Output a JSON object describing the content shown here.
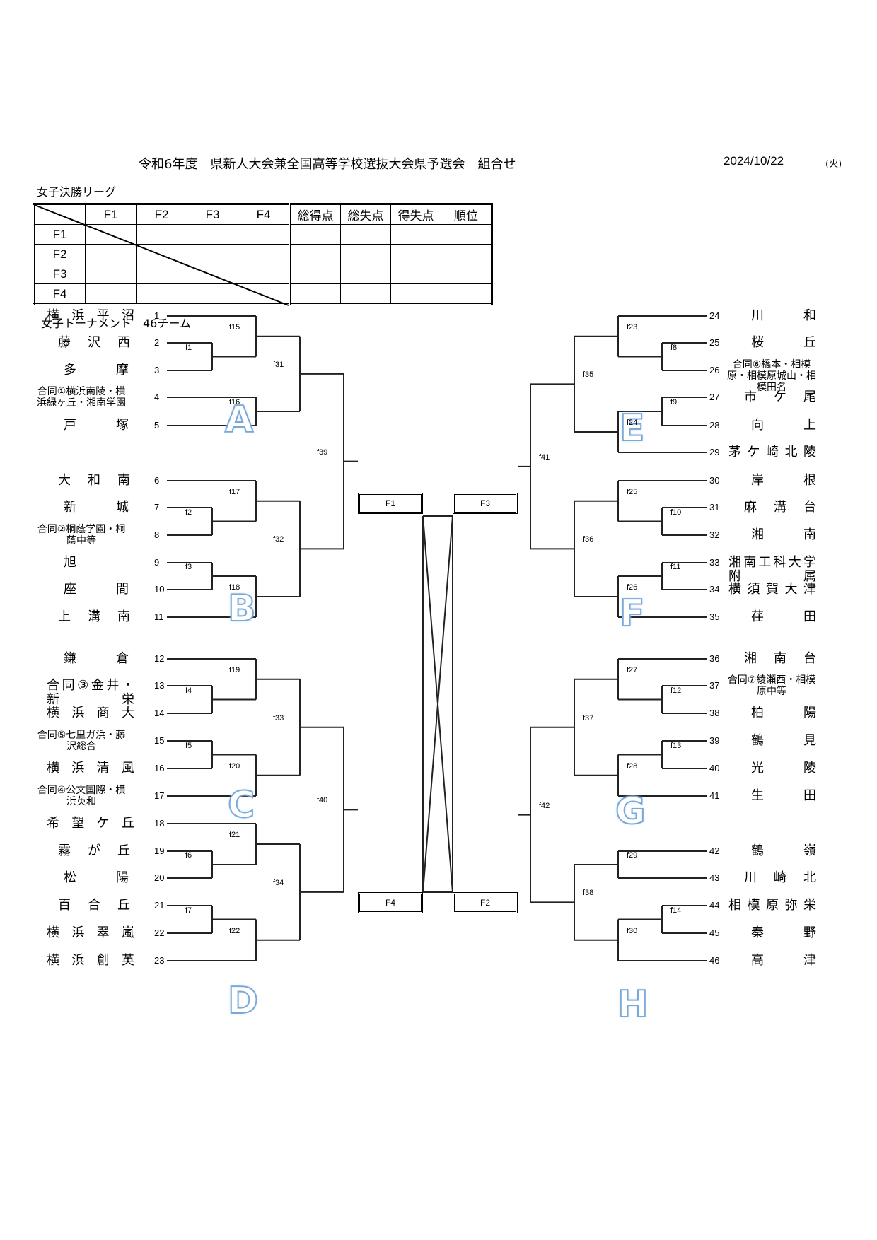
{
  "header": {
    "title": "令和6年度　県新人大会兼全国高等学校選抜大会県予選会　組合せ",
    "date": "2024/10/22",
    "weekday": "(火)"
  },
  "league": {
    "title": "女子決勝リーグ",
    "columns": [
      "F1",
      "F2",
      "F3",
      "F4"
    ],
    "stat_columns": [
      "総得点",
      "総失点",
      "得失点",
      "順位"
    ],
    "rows": [
      "F1",
      "F2",
      "F3",
      "F4"
    ]
  },
  "tournament": {
    "title": "女子トーナメント　46チーム",
    "blocks": [
      "A",
      "B",
      "C",
      "D",
      "E",
      "F",
      "G",
      "H"
    ],
    "teams": [
      {
        "seed": "1",
        "name": "横浜平沼"
      },
      {
        "seed": "2",
        "name": "藤沢西"
      },
      {
        "seed": "3",
        "name": "多摩"
      },
      {
        "seed": "4",
        "name": "合同①横浜南陵・横浜緑ヶ丘・湘南学園"
      },
      {
        "seed": "5",
        "name": "戸塚"
      },
      {
        "seed": "6",
        "name": "大和南"
      },
      {
        "seed": "7",
        "name": "新城"
      },
      {
        "seed": "8",
        "name": "合同②桐蔭学園・桐蔭中等"
      },
      {
        "seed": "9",
        "name": "旭"
      },
      {
        "seed": "10",
        "name": "座間"
      },
      {
        "seed": "11",
        "name": "上溝南"
      },
      {
        "seed": "12",
        "name": "鎌倉"
      },
      {
        "seed": "13",
        "name": "合同③金井・新栄"
      },
      {
        "seed": "14",
        "name": "横浜商大"
      },
      {
        "seed": "15",
        "name": "合同⑤七里ガ浜・藤沢総合"
      },
      {
        "seed": "16",
        "name": "横浜清風"
      },
      {
        "seed": "17",
        "name": "合同④公文国際・横浜英和"
      },
      {
        "seed": "18",
        "name": "希望ケ丘"
      },
      {
        "seed": "19",
        "name": "霧が丘"
      },
      {
        "seed": "20",
        "name": "松陽"
      },
      {
        "seed": "21",
        "name": "百合丘"
      },
      {
        "seed": "22",
        "name": "横浜翠嵐"
      },
      {
        "seed": "23",
        "name": "横浜創英"
      },
      {
        "seed": "24",
        "name": "川和"
      },
      {
        "seed": "25",
        "name": "桜丘"
      },
      {
        "seed": "26",
        "name": "合同⑥橋本・相模原・相模原城山・相模田名"
      },
      {
        "seed": "27",
        "name": "市ケ尾"
      },
      {
        "seed": "28",
        "name": "向上"
      },
      {
        "seed": "29",
        "name": "茅ケ崎北陵"
      },
      {
        "seed": "30",
        "name": "岸根"
      },
      {
        "seed": "31",
        "name": "麻溝台"
      },
      {
        "seed": "32",
        "name": "湘南"
      },
      {
        "seed": "33",
        "name": "湘南工科大学附属"
      },
      {
        "seed": "34",
        "name": "横須賀大津"
      },
      {
        "seed": "35",
        "name": "荏田"
      },
      {
        "seed": "36",
        "name": "湘南台"
      },
      {
        "seed": "37",
        "name": "合同⑦綾瀬西・相模原中等"
      },
      {
        "seed": "38",
        "name": "柏陽"
      },
      {
        "seed": "39",
        "name": "鶴見"
      },
      {
        "seed": "40",
        "name": "光陵"
      },
      {
        "seed": "41",
        "name": "生田"
      },
      {
        "seed": "42",
        "name": "鶴嶺"
      },
      {
        "seed": "43",
        "name": "川崎北"
      },
      {
        "seed": "44",
        "name": "相模原弥栄"
      },
      {
        "seed": "45",
        "name": "秦野"
      },
      {
        "seed": "46",
        "name": "高津"
      }
    ],
    "finals": {
      "F1": "F1",
      "F2": "F2",
      "F3": "F3",
      "F4": "F4"
    }
  }
}
